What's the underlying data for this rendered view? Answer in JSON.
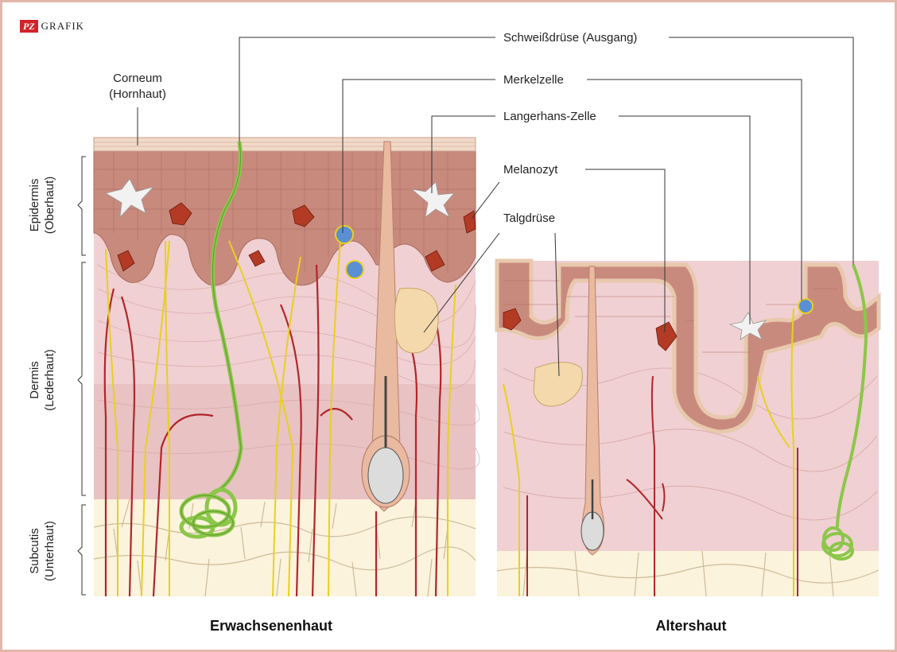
{
  "logo": {
    "box": "PZ",
    "text": "GRAFIK"
  },
  "labels": {
    "corneum_1": "Corneum",
    "corneum_2": "(Hornhaut)",
    "epidermis_1": "Epidermis",
    "epidermis_2": "(Oberhaut)",
    "dermis_1": "Dermis",
    "dermis_2": "(Lederhaut)",
    "subcutis_1": "Subcutis",
    "subcutis_2": "(Unterhaut)",
    "schweiss": "Schweißdrüse (Ausgang)",
    "merkel": "Merkelzelle",
    "langerhans": "Langerhans-Zelle",
    "melanozyt": "Melanozyt",
    "talg": "Talgdrüse"
  },
  "captions": {
    "left": "Erwachsenenhaut",
    "right": "Altershaut"
  },
  "colors": {
    "frame": "#e3b7ac",
    "corneum": "#f1d9c8",
    "epidermis": "#c98a7e",
    "dermis": "#f0d0d2",
    "dermis_deep": "#e9c2c3",
    "subcutis": "#fbf3dc",
    "melanocyte": "#b33a24",
    "sweat_gland": "#8cc64a",
    "nerve": "#e7d022",
    "vessel": "#b0262a",
    "hair": "#e9b9a0",
    "sebaceous": "#f3d9ab",
    "merkel": "#5b8fd3",
    "langerhans": "#eeeeee"
  }
}
